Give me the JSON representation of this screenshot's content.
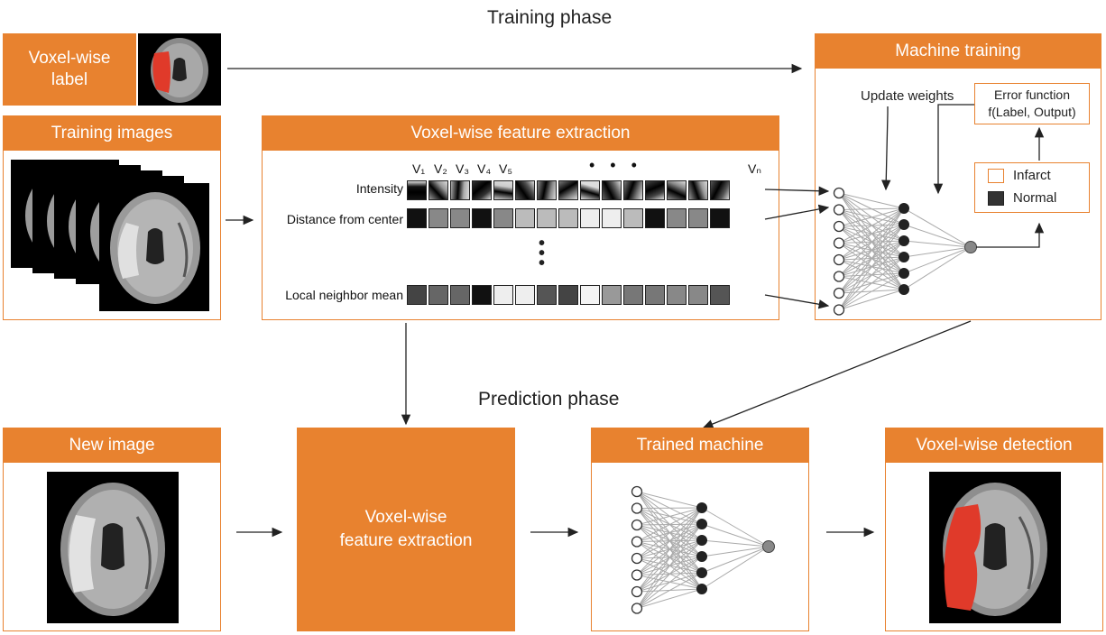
{
  "training_phase_title": "Training phase",
  "prediction_phase_title": "Prediction phase",
  "voxel_label": {
    "line1": "Voxel-wise",
    "line2": "label"
  },
  "training_images": {
    "title": "Training images"
  },
  "feature_extraction": {
    "title": "Voxel-wise feature extraction",
    "rows": [
      "Intensity",
      "Distance from center",
      "Local neighbor mean"
    ],
    "vector_labels": [
      "V₁",
      "V₂",
      "V₃",
      "V₄",
      "V₅",
      "• • •",
      "Vₙ"
    ],
    "vertical_ellipsis": "•\n•\n•",
    "distance_grays": [
      "#111",
      "#888",
      "#888",
      "#111",
      "#888",
      "#bbb",
      "#bbb",
      "#bbb",
      "#eee",
      "#eee",
      "#bbb",
      "#111",
      "#888",
      "#888",
      "#111"
    ],
    "neighbor_grays": [
      "#444",
      "#666",
      "#666",
      "#111",
      "#eee",
      "#eee",
      "#555",
      "#444",
      "#f4f4f4",
      "#999",
      "#777",
      "#777",
      "#888",
      "#888",
      "#555"
    ]
  },
  "machine_training": {
    "title": "Machine training",
    "update_weights": "Update weights",
    "error_function_line1": "Error function",
    "error_function_line2": "f(Label, Output)",
    "legend": [
      {
        "label": "Infarct",
        "color": "#ffffff"
      },
      {
        "label": "Normal",
        "color": "#333333"
      }
    ]
  },
  "new_image": {
    "title": "New image"
  },
  "prediction_extraction": {
    "line1": "Voxel-wise",
    "line2": "feature extraction"
  },
  "trained_machine": {
    "title": "Trained machine"
  },
  "voxel_detection": {
    "title": "Voxel-wise detection"
  },
  "colors": {
    "accent": "#e8822f",
    "lesion": "#e03a2a",
    "node_dark": "#222222",
    "output_node": "#888888"
  }
}
